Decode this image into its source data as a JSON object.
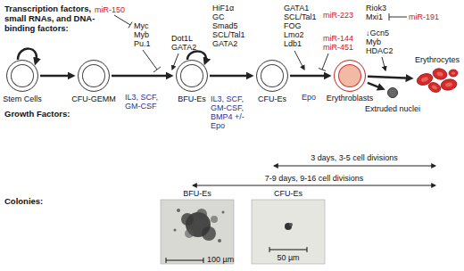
{
  "diagram": {
    "nodes": [
      {
        "text": [
          "Stem Cells"
        ]
      },
      {
        "text": [
          "CFU-GEMM"
        ]
      },
      {
        "text": [
          "BFU-Es"
        ]
      },
      {
        "text": [
          "CFU-Es"
        ]
      },
      {
        "text": [
          "Erythroblasts"
        ]
      },
      {
        "text": [
          "Erythrocytes"
        ]
      },
      {
        "text": [
          "Extruded nuclei"
        ]
      }
    ],
    "edges": [
      {
        "from": 0,
        "to": 1,
        "arrow": "to"
      },
      {
        "from": 1,
        "to": 2,
        "arrow": "to"
      },
      {
        "from": 2,
        "to": 3,
        "arrow": "to"
      },
      {
        "from": 3,
        "to": 4,
        "arrow": "to"
      },
      {
        "from": 4,
        "to": 5,
        "arrow": "to"
      },
      {
        "from": 4,
        "to": 6,
        "arrow": "to"
      }
    ],
    "labels": [
      "Transcription factors, small RNAs, and DNA-binding factors:",
      "miR-150",
      "Myc Myb Pu.1",
      "Dot1L GATA2",
      "HiF1α GC Smad5 SCL/Tal1 GATA2",
      "GATA1 SCL/Tal1 FOG Lmo2 Ldb1",
      "miR-223",
      "miR-144 miR-451",
      "Riok3 Mxi1",
      "miR-191",
      "↓Gcn5 Myb HDAC2",
      "Growth Factors:",
      "IL3, SCF, GM-CSF",
      "IL3, SCF, GM-CSF, BMP4 +/-Epo",
      "Epo",
      "3 days, 3-5 cell divisions",
      "7-9 days, 9-16 cell divisions",
      "Colonies:",
      "BFU-Es",
      "100 µm",
      "CFU-Es",
      "50 µm"
    ]
  }
}
